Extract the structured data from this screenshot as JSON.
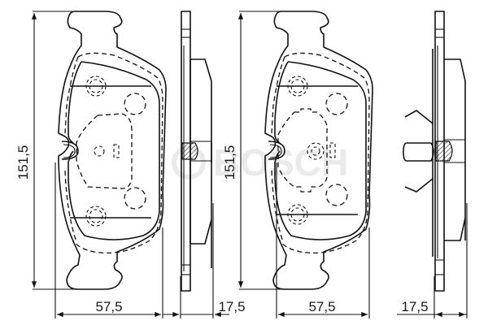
{
  "watermark": {
    "text": "BOSCH",
    "symbol": "⊕"
  },
  "views": [
    {
      "name": "front-view-pad-1",
      "height_label": "151,5",
      "width_label": "57,5",
      "has_wear_sensor": false
    },
    {
      "name": "side-view-pad-1",
      "thickness_label": "17,5",
      "has_spring_clip": false
    },
    {
      "name": "front-view-pad-2",
      "height_label": "151,5",
      "width_label": "57,5",
      "has_wear_sensor": true
    },
    {
      "name": "side-view-pad-2",
      "thickness_label": "17,5",
      "has_spring_clip": true
    }
  ],
  "dimensions": {
    "height": "151,5",
    "width": "57,5",
    "thickness": "17,5",
    "height_2": "151,5",
    "width_2": "57,5",
    "thickness_2": "17,5"
  },
  "colors": {
    "line": "#111111",
    "background": "#ffffff",
    "watermark": "#d9d9d9"
  }
}
